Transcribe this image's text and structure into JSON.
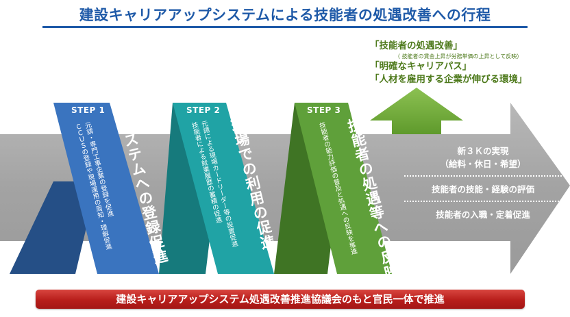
{
  "title": "建設キャリアアップシステムによる技能者の処遇改善への行程",
  "goals": {
    "line1": "「技能者の処遇改善」",
    "line1_note": "（ 技能者の賃金上昇が労務単価の上昇として反映）",
    "line2": "「明確なキャリアパス」",
    "line3": "「人材を雇用する企業が伸びる環境」"
  },
  "steps": [
    {
      "label": "STEP 1",
      "title": "システムへの登録促進",
      "desc": [
        "元請・専門工事企業の登録を促進",
        "ＣＣＵＳの登録や現場運用の周知・理解促進"
      ]
    },
    {
      "label": "STEP 2",
      "title": "現場での利用の促進",
      "desc": [
        "元請による現場カードリーダー等の設置促進",
        "技能者による就業履歴の蓄積の促進"
      ]
    },
    {
      "label": "STEP 3",
      "title": "技能者の処遇等への反映",
      "desc": [
        "技能者の能力評価の普及と処遇への反映を推進"
      ]
    }
  ],
  "results": {
    "item1_line1": "新３Ｋの実現",
    "item1_line2": "（給料・休日・希望）",
    "item2": "技能者の技能・経験の評価",
    "item3": "技能者の入職・定着促進"
  },
  "banner": "建設キャリアアップシステム処遇改善推進協議会のもと官民一体で推進",
  "colors": {
    "title_blue": "#1f5aa8",
    "step1": "#3a74bf",
    "step2": "#20a3a5",
    "step3": "#5fa03a",
    "goal_green": "#4e7a1c",
    "arrow_gray": "#a6a6a6",
    "banner_red": "#b81e1b"
  }
}
